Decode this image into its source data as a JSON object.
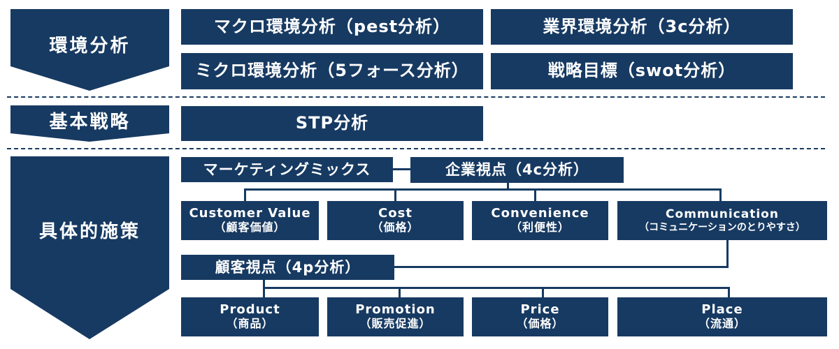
{
  "colors": {
    "box": "#173a62",
    "text": "#ffffff",
    "line": "#173a62",
    "background": "#ffffff"
  },
  "sections": {
    "environment": "環境分析",
    "strategy": "基本戦略",
    "measures": "具体的施策"
  },
  "environment_boxes": {
    "macro": "マクロ環境分析（pest分析）",
    "industry": "業界環境分析（3c分析）",
    "micro": "ミクロ環境分析（5フォース分析）",
    "goal": "戦略目標（swot分析）"
  },
  "strategy_boxes": {
    "stp": "STP分析"
  },
  "measures_boxes": {
    "marketing_mix": "マーケティングミックス",
    "company_view": "企業視点（4c分析）",
    "customer_view": "顧客視点（4p分析）",
    "c_items": [
      {
        "title": "Customer Value",
        "sub": "（顧客価値）"
      },
      {
        "title": "Cost",
        "sub": "（価格）"
      },
      {
        "title": "Convenience",
        "sub": "（利便性）"
      },
      {
        "title": "Communication",
        "sub": "（コミュニケーションのとりやすさ）"
      }
    ],
    "p_items": [
      {
        "title": "Product",
        "sub": "（商品）"
      },
      {
        "title": "Promotion",
        "sub": "（販売促進）"
      },
      {
        "title": "Price",
        "sub": "（価格）"
      },
      {
        "title": "Place",
        "sub": "（流通）"
      }
    ]
  }
}
